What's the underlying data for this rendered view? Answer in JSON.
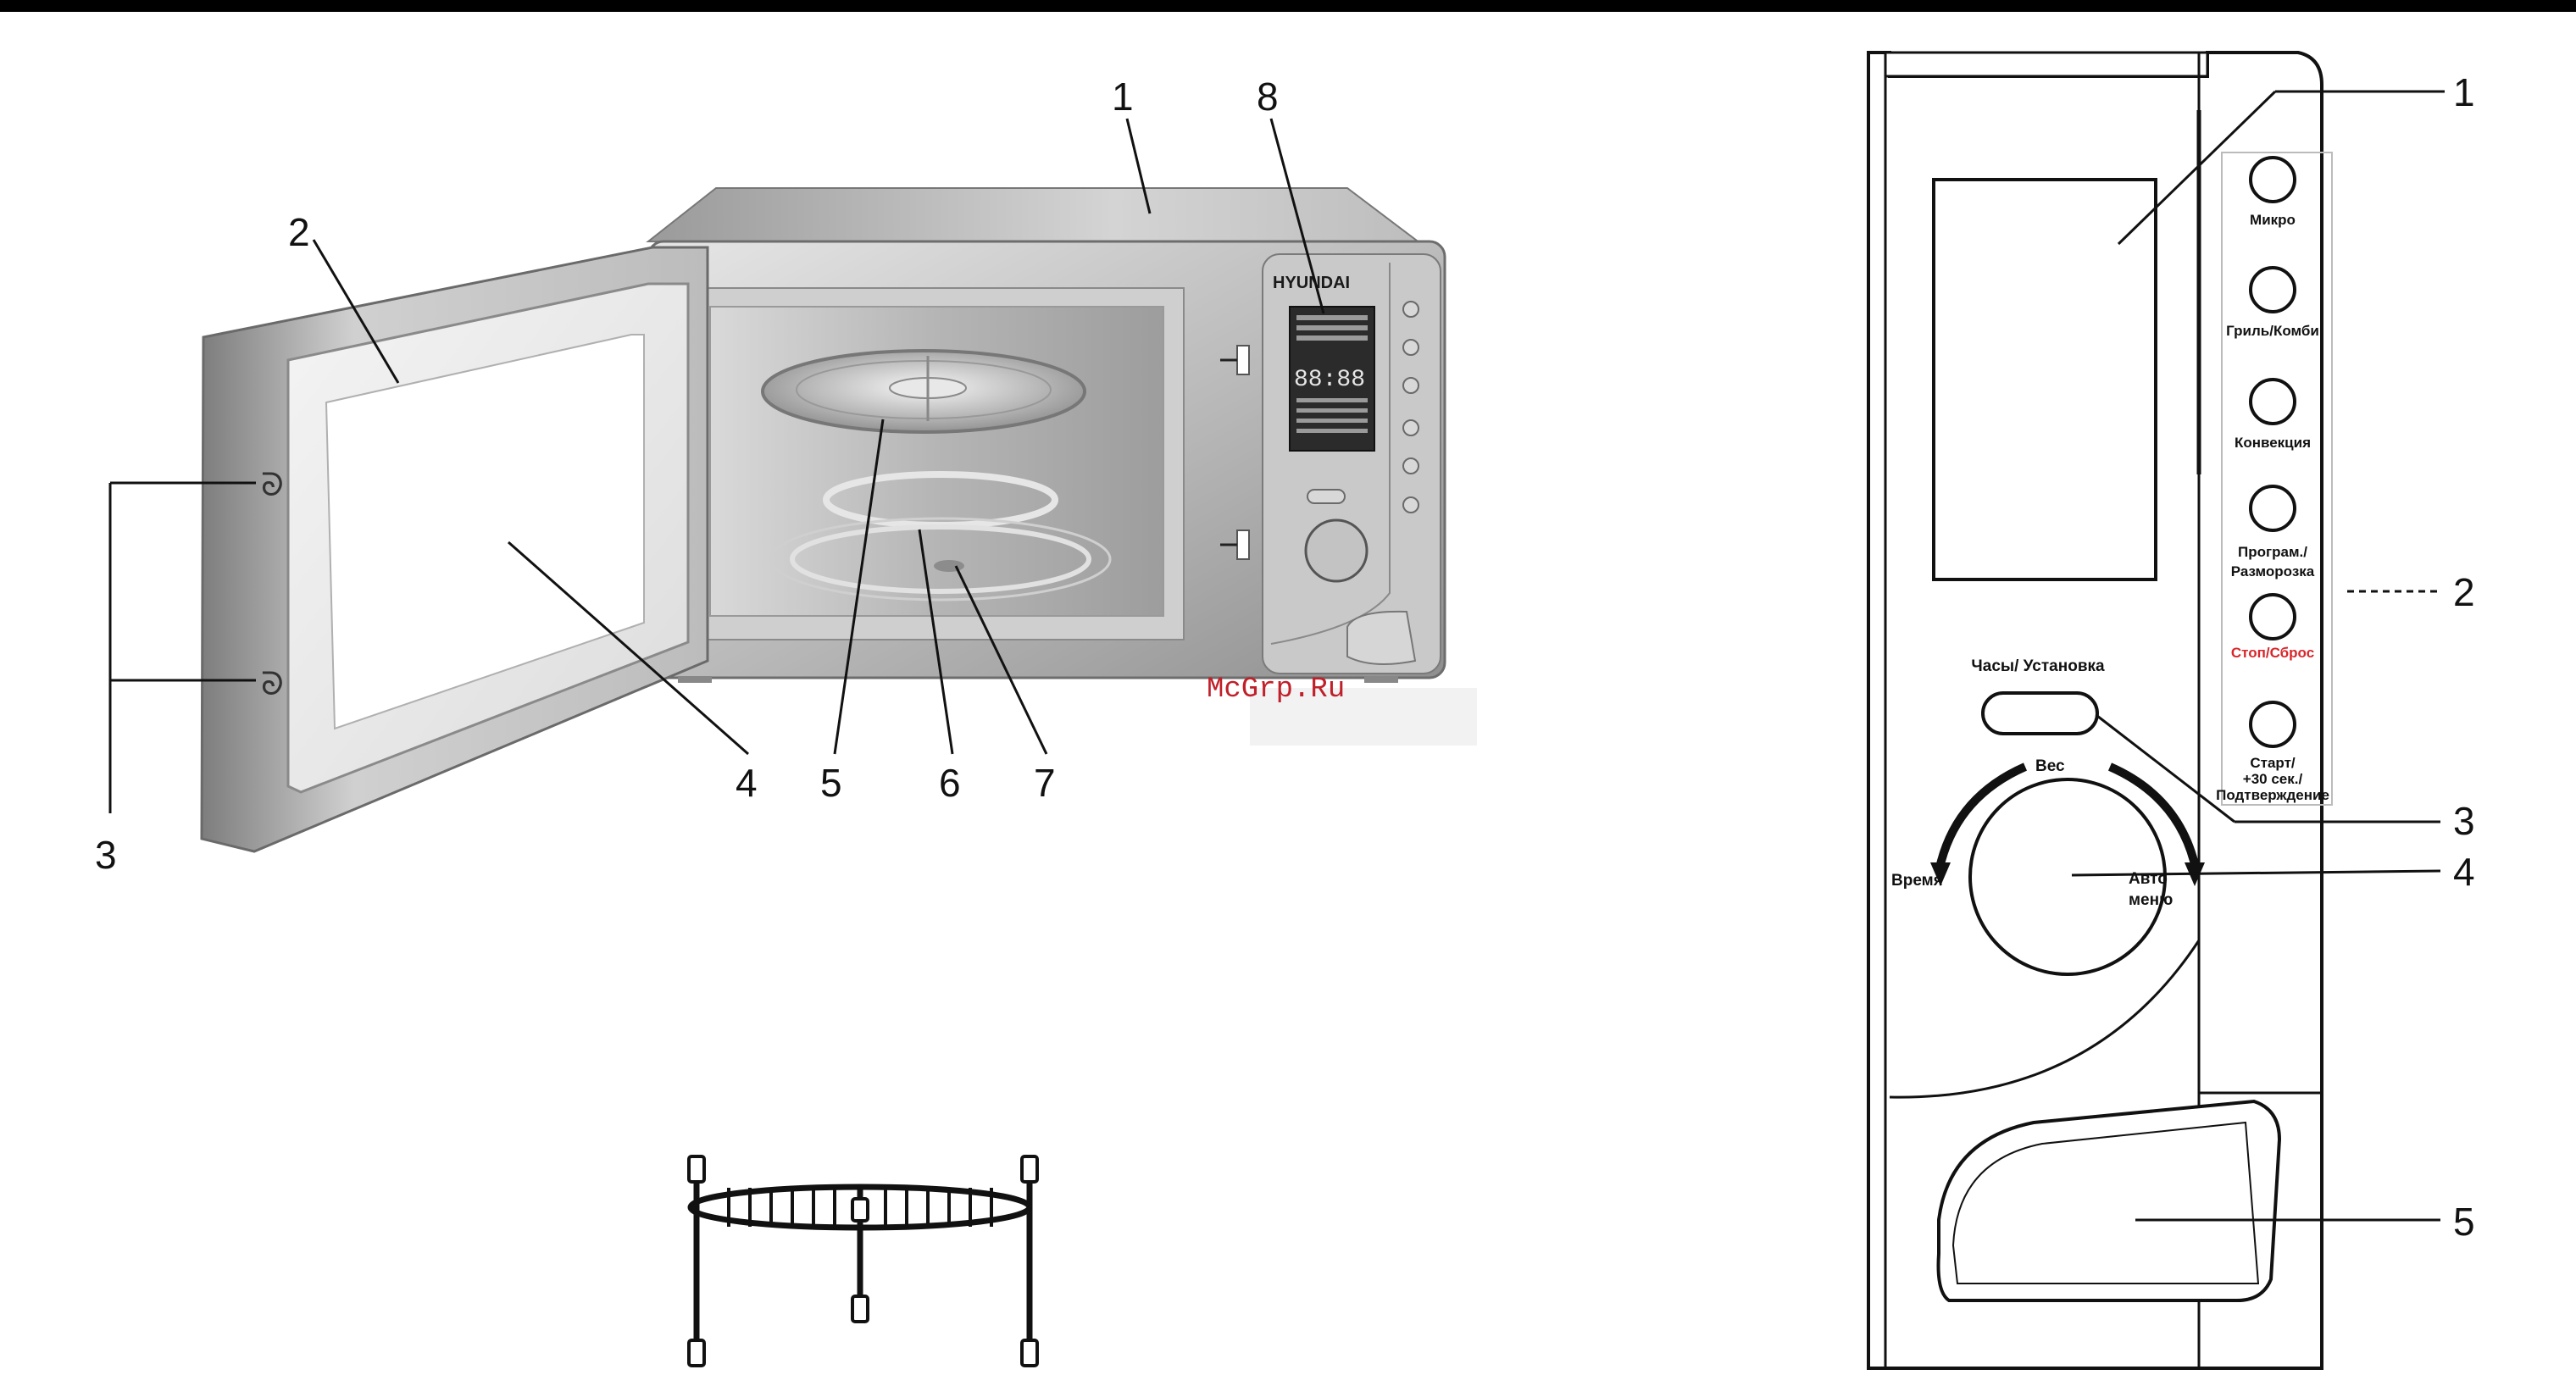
{
  "brand": "HYUNDAI",
  "watermark": "McGrp.Ru",
  "callouts_left": [
    "1",
    "2",
    "3",
    "4",
    "5",
    "6",
    "7",
    "8"
  ],
  "callouts_right": [
    "1",
    "2",
    "3",
    "4",
    "5"
  ],
  "display_digits": "88:88",
  "panel": {
    "buttons": [
      "Микро",
      "Гриль/Комби",
      "Конвекция",
      "Програм./",
      "Разморозка",
      "Стоп/Сброс",
      "Старт/",
      "+30 сек./",
      "Подтверждение"
    ],
    "clock_label": "Часы/ Установка",
    "dial_top": "Вес",
    "dial_left": "Время",
    "dial_right_1": "Авто",
    "dial_right_2": "меню"
  },
  "colors": {
    "stop_red": "#d8262a",
    "watermark_red": "#c0202a"
  }
}
